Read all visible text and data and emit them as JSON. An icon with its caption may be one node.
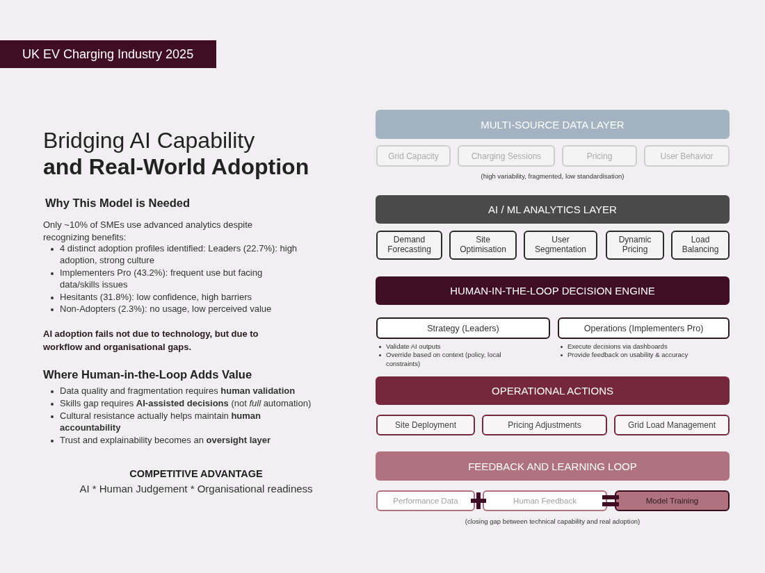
{
  "diagram": {
    "title": "Bridging AI Capability **and Real-World Adoption**",
    "nodes": [
      {
        "text": [
          "UK EV Charging Industry 2025"
        ]
      },
      {
        "text": [
          "MULTI-SOURCE DATA LAYER"
        ]
      },
      {
        "text": [
          "Grid Capacity"
        ]
      },
      {
        "text": [
          "Charging Sessions"
        ]
      },
      {
        "text": [
          "Pricing"
        ]
      },
      {
        "text": [
          "User Behavior"
        ]
      },
      {
        "text": [
          "AI / ML ANALYTICS LAYER"
        ]
      },
      {
        "text": [
          "Demand Forecasting"
        ]
      },
      {
        "text": [
          "Site Optimisation"
        ]
      },
      {
        "text": [
          "User Segmentation"
        ]
      },
      {
        "text": [
          "Dynamic Pricing"
        ]
      },
      {
        "text": [
          "Load Balancing"
        ]
      },
      {
        "text": [
          "HUMAN-IN-THE-LOOP DECISION ENGINE"
        ]
      },
      {
        "text": [
          "Strategy (Leaders)"
        ],
        "beside": [
          "Validate AI outputs",
          "Override based on context (policy, local constraints)"
        ]
      },
      {
        "text": [
          "Operations (Implementers Pro)"
        ],
        "beside": [
          "Execute decisions via dashboards",
          "Provide feedback on usability & accuracy"
        ]
      },
      {
        "text": [
          "OPERATIONAL ACTIONS"
        ]
      },
      {
        "text": [
          "Site Deployment"
        ]
      },
      {
        "text": [
          "Pricing Adjustments"
        ]
      },
      {
        "text": [
          "Grid Load Management"
        ]
      },
      {
        "text": [
          "FEEDBACK AND LEARNING LOOP"
        ]
      },
      {
        "text": [
          "Performance Data"
        ]
      },
      {
        "text": [
          "Human Feedback"
        ]
      },
      {
        "text": [
          "Model Training"
        ]
      }
    ],
    "labels": [
      "Why This Model is Needed",
      "Only ~10% of SMEs use advanced analytics despite recognizing benefits:",
      "4 distinct adoption profiles identified: Leaders (22.7%): high adoption, strong culture",
      "Implementers Pro (43.2%): frequent use but facing data/skills issues",
      "Hesitants (31.8%): low confidence, high barriers",
      "Non-Adopters (2.3%): no usage, low perceived value",
      "AI adoption fails not due to technology, but due to workflow and organisational gaps.",
      "Where Human-in-the-Loop Adds Value",
      "Data quality and fragmentation requires **human validation**",
      "Skills gap requires **AI-assisted decisions** (not *full* automation)",
      "Cultural resistance actually helps maintain **human accountability**",
      "Trust and explainability becomes an **oversight layer**",
      "COMPETITIVE ADVANTAGE",
      "AI * Human Judgement * Organisational readiness",
      "(high variability, fragmented, low standardisation)",
      "(closing gap between technical capability and real adoption)"
    ]
  }
}
